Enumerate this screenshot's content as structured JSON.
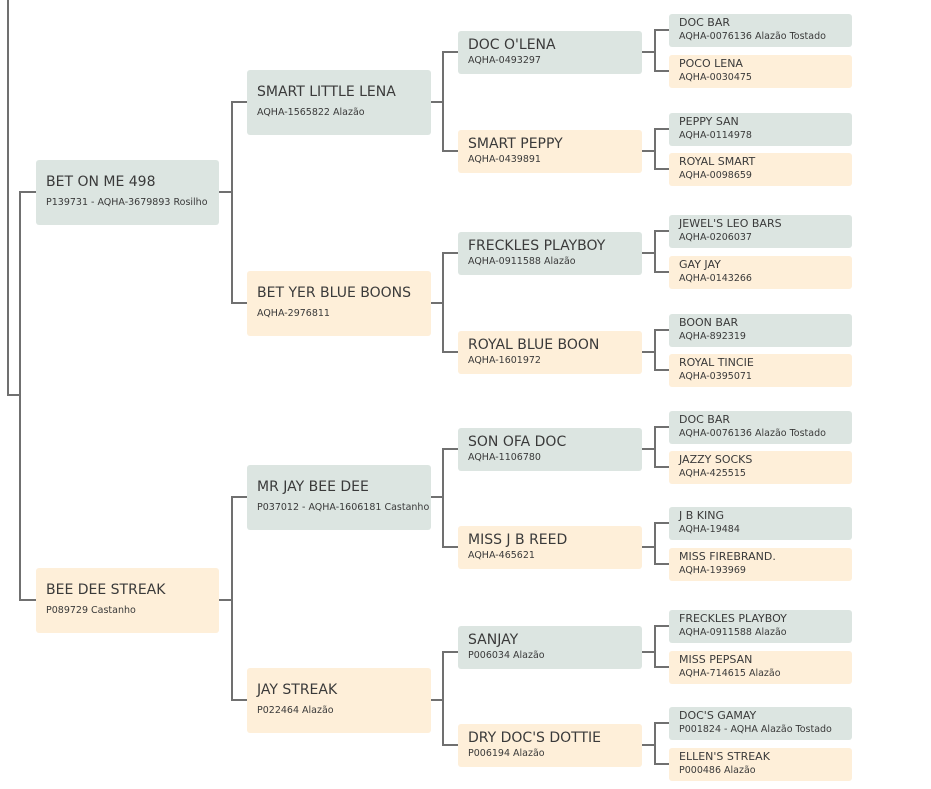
{
  "colors": {
    "sire": "#dce5e1",
    "dam": "#feefd9",
    "line": "#707070"
  },
  "pedigree": {
    "g1": [
      {
        "name": "BET ON ME 498",
        "info": "P139731 - AQHA-3679893 Rosilho"
      },
      {
        "name": "BEE DEE STREAK",
        "info": "P089729 Castanho"
      }
    ],
    "g2": [
      {
        "name": "SMART LITTLE LENA",
        "info": "AQHA-1565822 Alazão"
      },
      {
        "name": "BET YER BLUE BOONS",
        "info": "AQHA-2976811"
      },
      {
        "name": "MR JAY BEE DEE",
        "info": "P037012 - AQHA-1606181 Castanho"
      },
      {
        "name": "JAY STREAK",
        "info": "P022464 Alazão"
      }
    ],
    "g3": [
      {
        "name": "DOC O'LENA",
        "info": "AQHA-0493297"
      },
      {
        "name": "SMART PEPPY",
        "info": "AQHA-0439891"
      },
      {
        "name": "FRECKLES PLAYBOY",
        "info": "AQHA-0911588 Alazão"
      },
      {
        "name": "ROYAL BLUE BOON",
        "info": "AQHA-1601972"
      },
      {
        "name": "SON OFA DOC",
        "info": "AQHA-1106780"
      },
      {
        "name": "MISS J B REED",
        "info": "AQHA-465621"
      },
      {
        "name": "SANJAY",
        "info": "P006034 Alazão"
      },
      {
        "name": "DRY DOC'S DOTTIE",
        "info": "P006194 Alazão"
      }
    ],
    "g4": [
      {
        "name": "DOC BAR",
        "info": "AQHA-0076136 Alazão Tostado"
      },
      {
        "name": "POCO LENA",
        "info": "AQHA-0030475"
      },
      {
        "name": "PEPPY SAN",
        "info": "AQHA-0114978"
      },
      {
        "name": "ROYAL SMART",
        "info": "AQHA-0098659"
      },
      {
        "name": "JEWEL'S LEO BARS",
        "info": "AQHA-0206037"
      },
      {
        "name": "GAY JAY",
        "info": "AQHA-0143266"
      },
      {
        "name": "BOON BAR",
        "info": "AQHA-892319"
      },
      {
        "name": "ROYAL TINCIE",
        "info": "AQHA-0395071"
      },
      {
        "name": "DOC BAR",
        "info": "AQHA-0076136 Alazão Tostado"
      },
      {
        "name": "JAZZY SOCKS",
        "info": "AQHA-425515"
      },
      {
        "name": "J B KING",
        "info": "AQHA-19484"
      },
      {
        "name": "MISS FIREBRAND.",
        "info": "AQHA-193969"
      },
      {
        "name": "FRECKLES PLAYBOY",
        "info": "AQHA-0911588 Alazão"
      },
      {
        "name": "MISS PEPSAN",
        "info": "AQHA-714615 Alazão"
      },
      {
        "name": "DOC'S GAMAY",
        "info": "P001824 - AQHA Alazão Tostado"
      },
      {
        "name": "ELLEN'S STREAK",
        "info": "P000486 Alazão"
      }
    ]
  }
}
